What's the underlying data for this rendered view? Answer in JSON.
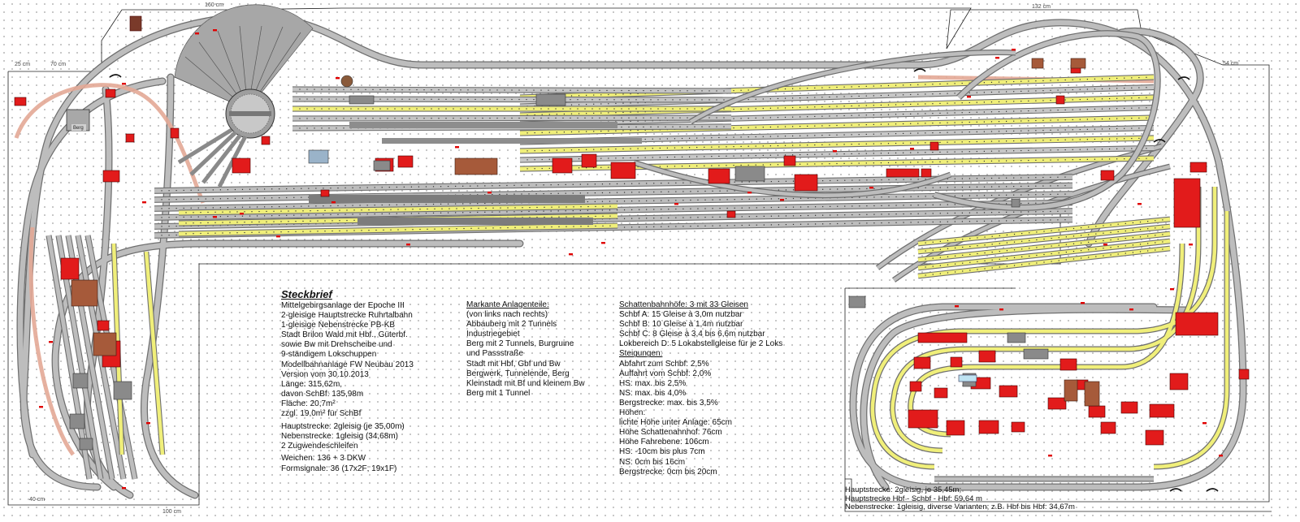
{
  "steckbrief": {
    "title": "Steckbrief",
    "lines": [
      "Mittelgebirgsanlage der Epoche III",
      "2-gleisige Hauptstrecke Ruhrtalbahn",
      "1-gleisige Nebenstrecke PB-KB",
      "Stadt Brilon Wald mit Hbf., Güterbf.",
      "sowie Bw mit Drehscheibe und",
      "9-ständigem Lokschuppen",
      "Modellbahnanlage FW Neubau 2013",
      "Version vom 30.10.2013",
      "Länge: 315,62m,",
      "davon SchBf: 135,98m",
      "Fläche: 20,7m²",
      "zzgl. 19,0m² für SchBf"
    ],
    "strecken": [
      "Hauptstrecke: 2gleisig (je 35,00m)",
      "Nebenstrecke: 1gleisig (34,68m)",
      "2 Zugwendeschleifen"
    ],
    "weichen": [
      "Weichen: 136 + 3 DKW",
      "Formsignale: 36 (17x2F; 19x1F)"
    ]
  },
  "anlagenteile": {
    "lines": [
      "Markante Anlagenteile:",
      "(von links nach rechts)",
      "Abbauberg mit 2 Tunnels",
      "Industriegebiet",
      "Berg mit 2 Tunnels, Burgruine",
      "und Passstraße",
      "Stadt mit Hbf, Gbf und Bw",
      "Bergwerk, Tunnelende, Berg",
      "Kleinstadt mit Bf und kleinem Bw",
      "Berg mit 1 Tunnel"
    ]
  },
  "schattenbahnhoefe": {
    "lines": [
      "Schattenbahnhöfe: 3 mit 33 Gleisen",
      "Schbf A: 15 Gleise à 3,0m nutzbar",
      "Schbf B: 10 Gleise à 1,4m nutzbar",
      "Schbf C: 8 Gleise à 3,4 bis 6,6m nutzbar",
      "Lokbereich D: 5 Lokabstellgleise für je 2 Loks"
    ],
    "steigungen_title": "Steigungen:",
    "steigungen": [
      "Abfahrt zum Schbf: 2,5%",
      "Auffahrt vom Schbf: 2,0%",
      "HS: max. bis 2,5%",
      "NS: max. bis 4,0%",
      "Bergstrecke: max. bis 3,5%"
    ],
    "hoehen_title": "Höhen:",
    "hoehen": [
      "lichte Höhe unter Anlage: 65cm",
      "Höhe Schattenahnhof: 76cm",
      "Höhe Fahrebene: 106cm",
      "HS: -10cm bis plus 7cm",
      "NS: 0cm bis 16cm",
      "Bergstrecke: 0cm bis 20cm"
    ]
  },
  "rechts_info": [
    "Hauptstrecke: 2gleisig, je 35,45m;",
    "Hauptstrecke Hbf - Schbf - Hbf: 59,64 m",
    "Nebenstrecke: 1gleisig, diverse Varianten; z.B. Hbf bis Hbf: 34,67m"
  ],
  "labels": {
    "berg": "Berg",
    "dim_top_left": "160 cm",
    "dim_top_right": "132 cm",
    "dim_left_a": "25 cm",
    "dim_left_b": "70 cm",
    "dim_right": "54 cm",
    "dim_bottom_left": "40 cm",
    "dim_bottom_mid": "100 cm"
  },
  "colors": {
    "track": "#a9a9a9",
    "track_edge": "#6f6f6f",
    "yellow_track": "#f0ef7a",
    "building_red": "#e21b1b",
    "building_brown": "#a65a3a",
    "platform_gray": "#8a8a8a",
    "ramp_pink": "#e3a896"
  }
}
